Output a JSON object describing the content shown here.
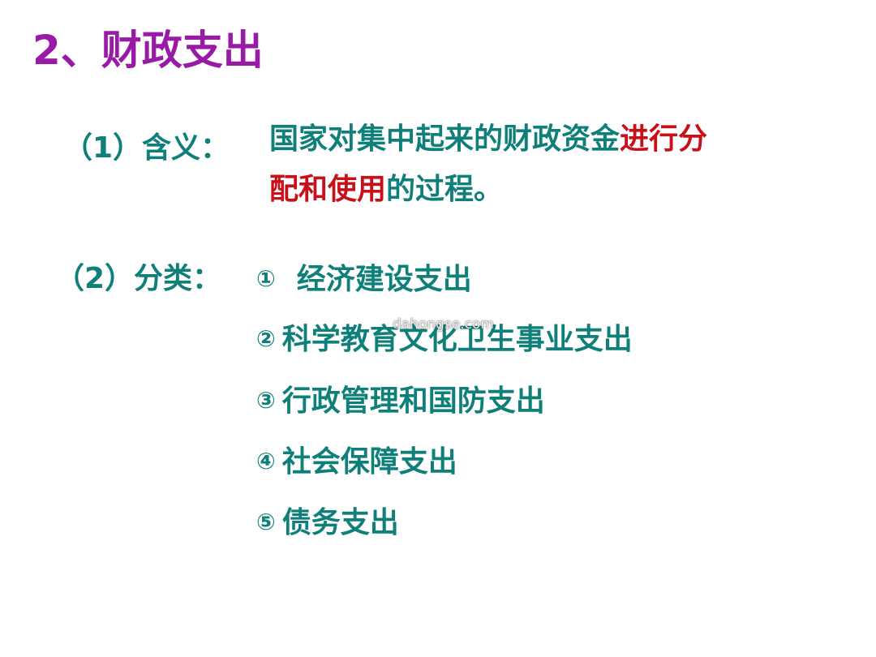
{
  "title": "2、财政支出",
  "definition": {
    "label": "（1）含义：",
    "line1_normal": "国家对集中起来的财政资金",
    "line1_highlight": "进行分",
    "line2_highlight": "配和使用",
    "line2_normal": "的过程。"
  },
  "classification": {
    "label": "（2）分类：",
    "items": [
      {
        "marker": "①",
        "text": "经济建设支出"
      },
      {
        "marker": "②",
        "text": "科学教育文化卫生事业支出"
      },
      {
        "marker": "③",
        "text": "行政管理和国防支出"
      },
      {
        "marker": "④",
        "text": "社会保障支出"
      },
      {
        "marker": "⑤",
        "text": "债务支出"
      }
    ]
  },
  "watermark": "dahongse.com",
  "colors": {
    "title": "#9a1aa8",
    "body_text": "#0f7f7a",
    "highlight": "#c8101a"
  }
}
